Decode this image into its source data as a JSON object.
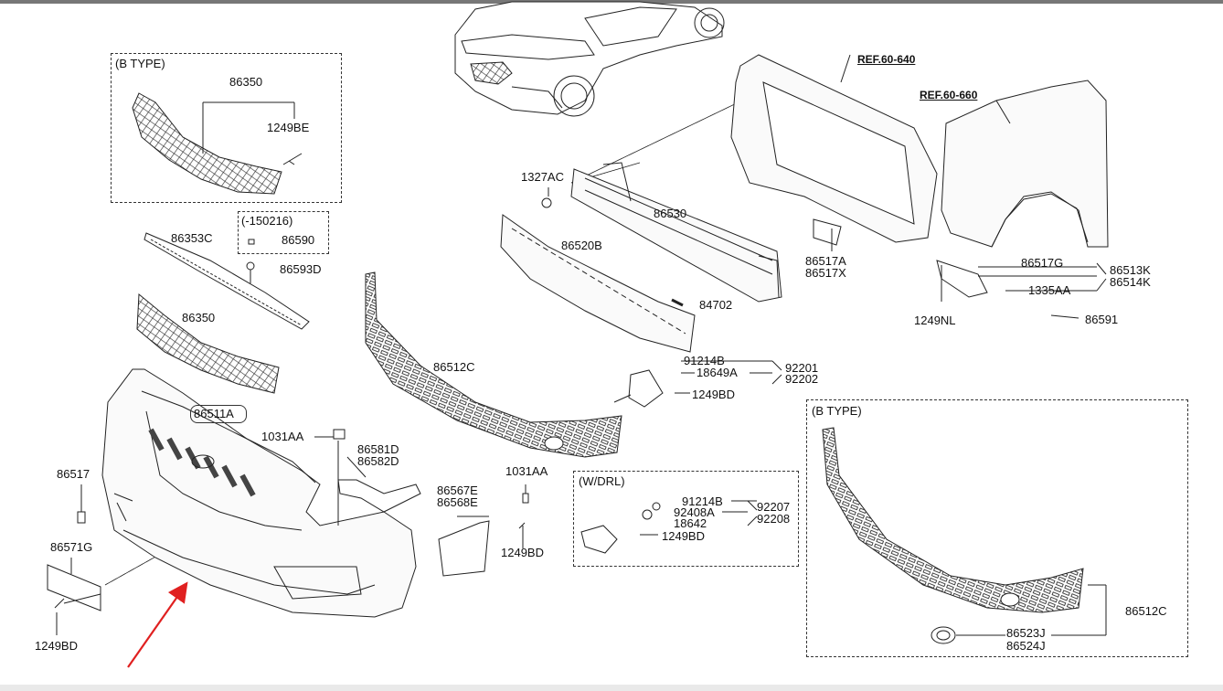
{
  "colors": {
    "line": "#222222",
    "arrow": "#e02020",
    "part_fill": "#f6f6f6"
  },
  "groups": {
    "b_type_top": "(B TYPE)",
    "date_note": "(-150216)",
    "w_drl": "(W/DRL)",
    "b_type_bottom": "(B TYPE)"
  },
  "refs": {
    "ref_640": "REF.60-640",
    "ref_660": "REF.60-660"
  },
  "parts": {
    "p86350_top": "86350",
    "p1249BE": "1249BE",
    "p86353C": "86353C",
    "p86590": "86590",
    "p86593D": "86593D",
    "p86350_mid": "86350",
    "p86511A": "86511A",
    "p1031AA_a": "1031AA",
    "p86581D": "86581D",
    "p86582D": "86582D",
    "p86517_left": "86517",
    "p86571G": "86571G",
    "p1249BD_left": "1249BD",
    "p1327AC": "1327AC",
    "p86530": "86530",
    "p86520B": "86520B",
    "p84702": "84702",
    "p86512C_mid": "86512C",
    "p91214B_a": "91214B",
    "p18649A": "18649A",
    "p92201": "92201",
    "p92202": "92202",
    "p1249BD_mid": "1249BD",
    "p86517A": "86517A",
    "p86517X": "86517X",
    "p86517G": "86517G",
    "p86513K": "86513K",
    "p86514K": "86514K",
    "p1335AA": "1335AA",
    "p1249NL": "1249NL",
    "p86591": "86591",
    "p1031AA_b": "1031AA",
    "p86567E": "86567E",
    "p86568E": "86568E",
    "p1249BD_c": "1249BD",
    "p91214B_b": "91214B",
    "p92408A": "92408A",
    "p18642": "18642",
    "p92207": "92207",
    "p92208": "92208",
    "p1249BD_drl": "1249BD",
    "p86512C_right": "86512C",
    "p86523J": "86523J",
    "p86524J": "86524J"
  }
}
